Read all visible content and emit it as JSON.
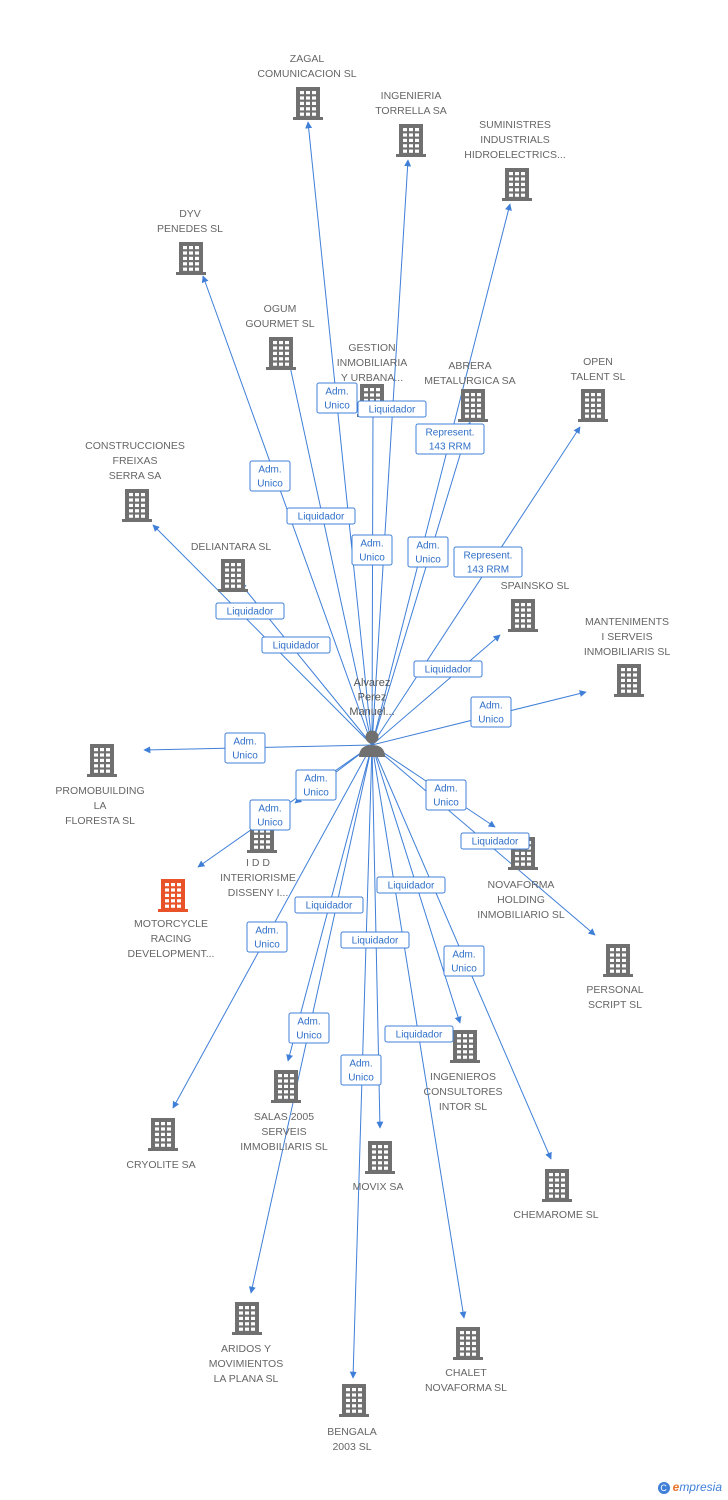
{
  "center": {
    "lines": [
      "Alvarez",
      "Perez",
      "Manuel..."
    ]
  },
  "colors": {
    "edge": "#3f7fd8",
    "building": "#707070",
    "highlight": "#e8532a"
  },
  "nodes": [
    {
      "id": "zagal",
      "lines": [
        "ZAGAL",
        "COMUNICACION SL"
      ]
    },
    {
      "id": "torrella",
      "lines": [
        "INGENIERIA",
        "TORRELLA SA"
      ]
    },
    {
      "id": "suministres",
      "lines": [
        "SUMINISTRES",
        "INDUSTRIALS",
        "HIDROELECTRICS..."
      ]
    },
    {
      "id": "dyv",
      "lines": [
        "DYV",
        "PENEDES SL"
      ]
    },
    {
      "id": "ogum",
      "lines": [
        "OGUM",
        "GOURMET SL"
      ]
    },
    {
      "id": "gestion",
      "lines": [
        "GESTION",
        "INMOBILIARIA",
        "Y URBANA..."
      ]
    },
    {
      "id": "abrera",
      "lines": [
        "ABRERA",
        "METALURGICA SA"
      ]
    },
    {
      "id": "open",
      "lines": [
        "OPEN",
        "TALENT SL"
      ]
    },
    {
      "id": "construcciones",
      "lines": [
        "CONSTRUCCIONES",
        "FREIXAS",
        "SERRA SA"
      ]
    },
    {
      "id": "deliantara",
      "lines": [
        "DELIANTARA SL"
      ]
    },
    {
      "id": "spainsko",
      "lines": [
        "SPAINSKO SL"
      ]
    },
    {
      "id": "manteniments",
      "lines": [
        "MANTENIMENTS",
        "I SERVEIS",
        "INMOBILIARIS SL"
      ]
    },
    {
      "id": "promobuilding",
      "lines": [
        "PROMOBUILDING",
        "LA",
        "FLORESTA SL"
      ]
    },
    {
      "id": "idd",
      "lines": [
        "I D D",
        "INTERIORISME",
        "DISSENY I..."
      ]
    },
    {
      "id": "motorcycle",
      "lines": [
        "MOTORCYCLE",
        "RACING",
        "DEVELOPMENT..."
      ],
      "highlight": true
    },
    {
      "id": "novaforma",
      "lines": [
        "NOVAFORMA",
        "HOLDING",
        "INMOBILIARIO SL"
      ]
    },
    {
      "id": "personal",
      "lines": [
        "PERSONAL",
        "SCRIPT SL"
      ]
    },
    {
      "id": "ingenieros",
      "lines": [
        "INGENIEROS",
        "CONSULTORES",
        "INTOR SL"
      ]
    },
    {
      "id": "salas",
      "lines": [
        "SALAS 2005",
        "SERVEIS",
        "IMMOBILIARIS SL"
      ]
    },
    {
      "id": "cryolite",
      "lines": [
        "CRYOLITE SA"
      ]
    },
    {
      "id": "movix",
      "lines": [
        "MOVIX SA"
      ]
    },
    {
      "id": "chemarome",
      "lines": [
        "CHEMAROME SL"
      ]
    },
    {
      "id": "aridos",
      "lines": [
        "ARIDOS Y",
        "MOVIMIENTOS",
        "LA PLANA SL"
      ]
    },
    {
      "id": "chalet",
      "lines": [
        "CHALET",
        "NOVAFORMA SL"
      ]
    },
    {
      "id": "bengala",
      "lines": [
        "BENGALA",
        "2003 SL"
      ]
    }
  ],
  "edges": [
    {
      "to": "zagal",
      "lines": [
        "Adm.",
        "Unico"
      ]
    },
    {
      "to": "torrella",
      "lines": [
        "Liquidador"
      ]
    },
    {
      "to": "suministres",
      "lines": [
        "Represent.",
        "143 RRM"
      ]
    },
    {
      "to": "dyv",
      "lines": [
        "Adm.",
        "Unico"
      ]
    },
    {
      "to": "ogum",
      "lines": [
        "Liquidador"
      ]
    },
    {
      "to": "gestion",
      "lines": [
        "Adm.",
        "Unico"
      ]
    },
    {
      "to": "abrera",
      "lines": [
        "Adm.",
        "Unico"
      ]
    },
    {
      "to": "open",
      "lines": [
        "Represent.",
        "143 RRM"
      ]
    },
    {
      "to": "construcciones",
      "lines": [
        "Liquidador"
      ]
    },
    {
      "to": "deliantara",
      "lines": [
        "Liquidador"
      ]
    },
    {
      "to": "spainsko",
      "lines": [
        "Liquidador"
      ]
    },
    {
      "to": "manteniments",
      "lines": [
        "Adm.",
        "Unico"
      ]
    },
    {
      "to": "promobuilding",
      "lines": [
        "Adm.",
        "Unico"
      ]
    },
    {
      "to": "idd",
      "lines": [
        "Adm.",
        "Unico"
      ]
    },
    {
      "to": "motorcycle",
      "lines": [
        "Adm.",
        "Unico"
      ]
    },
    {
      "to": "novaforma",
      "lines": [
        "Adm.",
        "Unico"
      ]
    },
    {
      "to": "personal",
      "lines": [
        "Liquidador"
      ]
    },
    {
      "to": "ingenieros",
      "lines": [
        "Liquidador"
      ]
    },
    {
      "to": "salas",
      "lines": [
        "Liquidador"
      ]
    },
    {
      "to": "cryolite",
      "lines": [
        "Adm.",
        "Unico"
      ]
    },
    {
      "to": "movix",
      "lines": [
        "Liquidador"
      ]
    },
    {
      "to": "chemarome",
      "lines": [
        "Adm.",
        "Unico"
      ]
    },
    {
      "to": "aridos",
      "lines": [
        "Adm.",
        "Unico"
      ]
    },
    {
      "to": "chalet",
      "lines": [
        "Liquidador"
      ]
    },
    {
      "to": "bengala",
      "lines": [
        "Adm.",
        "Unico"
      ]
    }
  ],
  "brand": {
    "mark": "C",
    "initial": "e",
    "rest": "mpresia"
  }
}
